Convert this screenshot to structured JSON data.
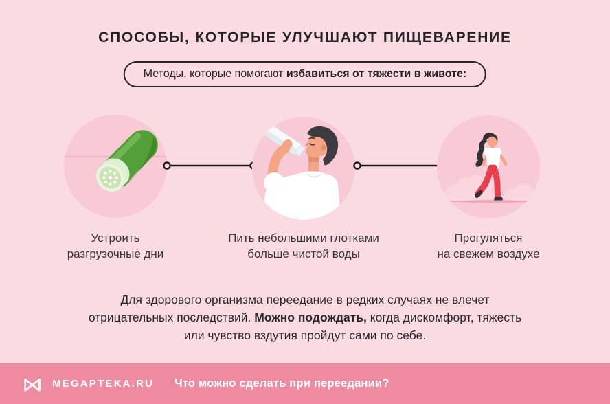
{
  "colors": {
    "background": "#FBDBE2",
    "circle": "#F8CAD6",
    "footer_bar": "#EE8BA1",
    "heading_text": "#232328",
    "body_text": "#26262B",
    "connector": "#1A1A1A",
    "cucumber_green": "#52A037",
    "pants_red": "#E8404F",
    "bush_pink": "#FBD6DF"
  },
  "header": {
    "title": "СПОСОБЫ, КОТОРЫЕ УЛУЧШАЮТ ПИЩЕВАРЕНИЕ",
    "subtitle_regular": "Методы, которые помогают ",
    "subtitle_bold": "избавиться от тяжести в животе:"
  },
  "steps": [
    {
      "icon": "cucumber-illustration",
      "caption_line1": "Устроить",
      "caption_line2": "разгрузочные дни"
    },
    {
      "icon": "man-drinking-water-illustration",
      "caption_line1": "Пить небольшими глотками",
      "caption_line2": "больше чистой воды"
    },
    {
      "icon": "woman-walking-illustration",
      "caption_line1": "Прогуляться",
      "caption_line2": "на свежем воздухе"
    }
  ],
  "body_paragraph": {
    "part1": "Для здорового организма переедание в редких случаях не влечет отрицательных последствий. ",
    "bold": "Можно подождать,",
    "part2": " когда дискомфорт, тяжесть или чувство вздутия пройдут сами по себе."
  },
  "footer": {
    "logo_icon": "megapteka-logo",
    "brand": "MEGAPTEKA.RU",
    "question": "Что можно сделать при переедании?"
  }
}
